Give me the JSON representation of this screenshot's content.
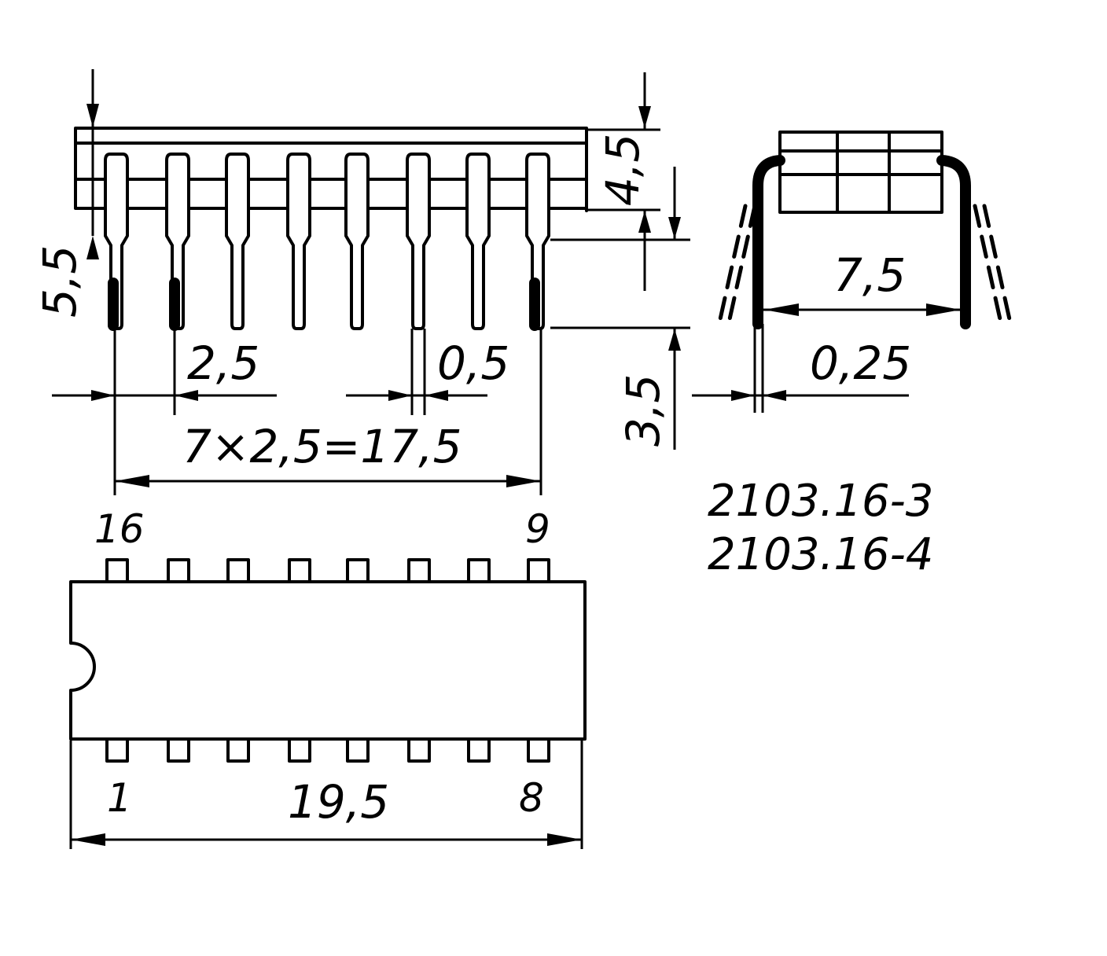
{
  "dimensions": {
    "pitch": "2,5",
    "lead_width": "0,5",
    "pitch_total": "7×2,5=17,5",
    "body_height": "4,5",
    "lead_upper": "5,5",
    "lead_lower": "3,5",
    "row_spacing": "7,5",
    "lead_thickness": "0,25",
    "body_length": "19,5"
  },
  "pins": {
    "top_left": "16",
    "top_right": "9",
    "bottom_left": "1",
    "bottom_right": "8"
  },
  "package_codes": [
    "2103.16-3",
    "2103.16-4"
  ]
}
